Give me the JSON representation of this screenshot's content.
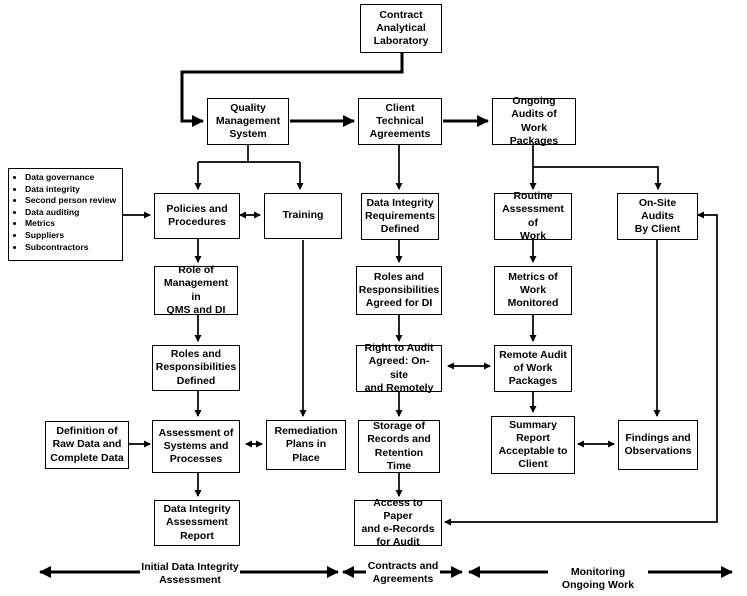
{
  "boxes": {
    "contract_lab": "Contract\nAnalytical\nLaboratory",
    "qms": "Quality\nManagement\nSystem",
    "client_agreements": "Client\nTechnical\nAgreements",
    "ongoing_audits": "Ongoing\nAudits of Work\nPackages",
    "policies": "Policies and\nProcedures",
    "training": "Training",
    "di_requirements": "Data Integrity\nRequirements\nDefined",
    "routine_assessment": "Routine\nAssessment of\nWork",
    "onsite_audits": "On-Site Audits\nBy Client",
    "role_management": "Role of\nManagement in\nQMS and DI",
    "roles_agreed": "Roles and\nResponsibilities\nAgreed for DI",
    "metrics_monitored": "Metrics of\nWork\nMonitored",
    "roles_defined": "Roles and\nResponsibilities\nDefined",
    "right_to_audit": "Right to Audit\nAgreed: On-site\nand Remotely",
    "remote_audit": "Remote Audit\nof Work\nPackages",
    "raw_data": "Definition of\nRaw Data and\nComplete Data",
    "assessment_systems": "Assessment of\nSystems and\nProcesses",
    "remediation": "Remediation\nPlans in Place",
    "storage_records": "Storage of\nRecords and\nRetention Time",
    "summary_report": "Summary\nReport\nAcceptable to\nClient",
    "findings": "Findings and\nObservations",
    "di_report": "Data Integrity\nAssessment\nReport",
    "access_records": "Access to Paper\nand e-Records\nfor Audit"
  },
  "bullet_list": [
    "Data governance",
    "Data integrity",
    "Second person review",
    "Data auditing",
    "Metrics",
    "Suppliers",
    "Subcontractors"
  ],
  "phases": {
    "initial": "Initial Data Integrity\nAssessment",
    "contracts": "Contracts and\nAgreements",
    "monitoring": "Monitoring\nOngoing Work"
  }
}
